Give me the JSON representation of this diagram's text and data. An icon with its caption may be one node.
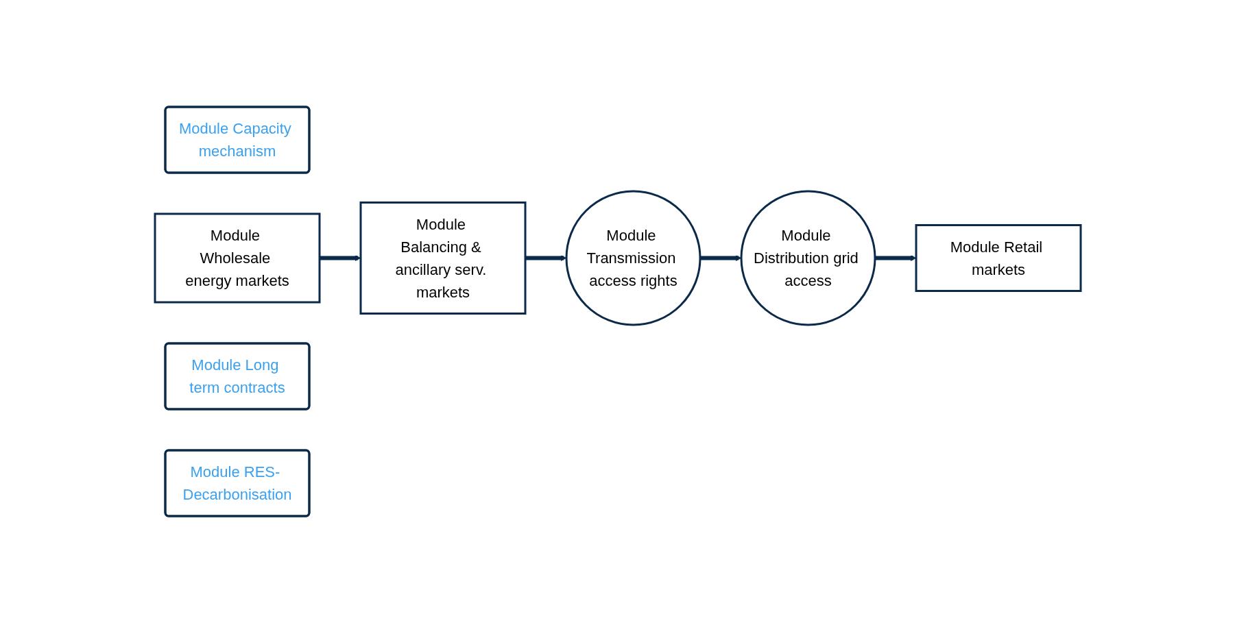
{
  "diagram": {
    "nodes": [
      {
        "text": [
          "Module Capacity mechanism"
        ]
      },
      {
        "text": [
          "Module Wholesale energy markets"
        ]
      },
      {
        "text": [
          "Module Balancing & ancillary serv. markets"
        ]
      },
      {
        "text": [
          "Module Transmission access rights"
        ]
      },
      {
        "text": [
          "Module Distribution grid access"
        ]
      },
      {
        "text": [
          "Module Retail markets"
        ]
      },
      {
        "text": [
          "Module Long term contracts"
        ]
      },
      {
        "text": [
          "Module RES- Decarbonisation"
        ]
      }
    ],
    "edges": [
      {
        "from": 1,
        "to": 2,
        "arrow": "to"
      },
      {
        "from": 2,
        "to": 3,
        "arrow": "to"
      },
      {
        "from": 3,
        "to": 4,
        "arrow": "to"
      },
      {
        "from": 4,
        "to": 5,
        "arrow": "to"
      }
    ]
  }
}
